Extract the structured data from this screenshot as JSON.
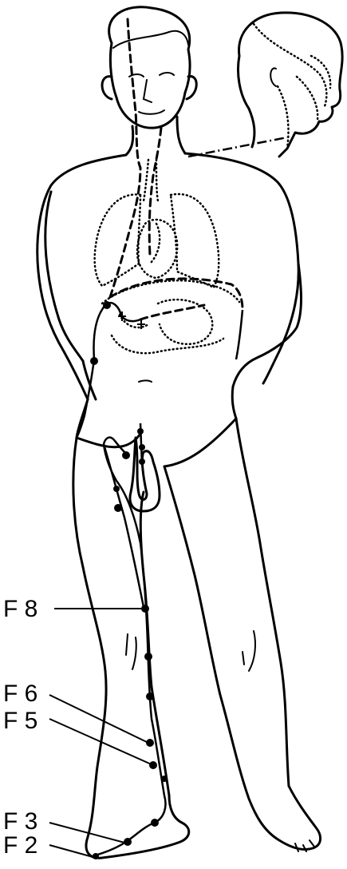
{
  "figure": {
    "labels": [
      {
        "id": "F8",
        "text": "F 8"
      },
      {
        "id": "F6",
        "text": "F 6"
      },
      {
        "id": "F5",
        "text": "F 5"
      },
      {
        "id": "F3",
        "text": "F 3"
      },
      {
        "id": "F2",
        "text": "F 2"
      }
    ]
  }
}
